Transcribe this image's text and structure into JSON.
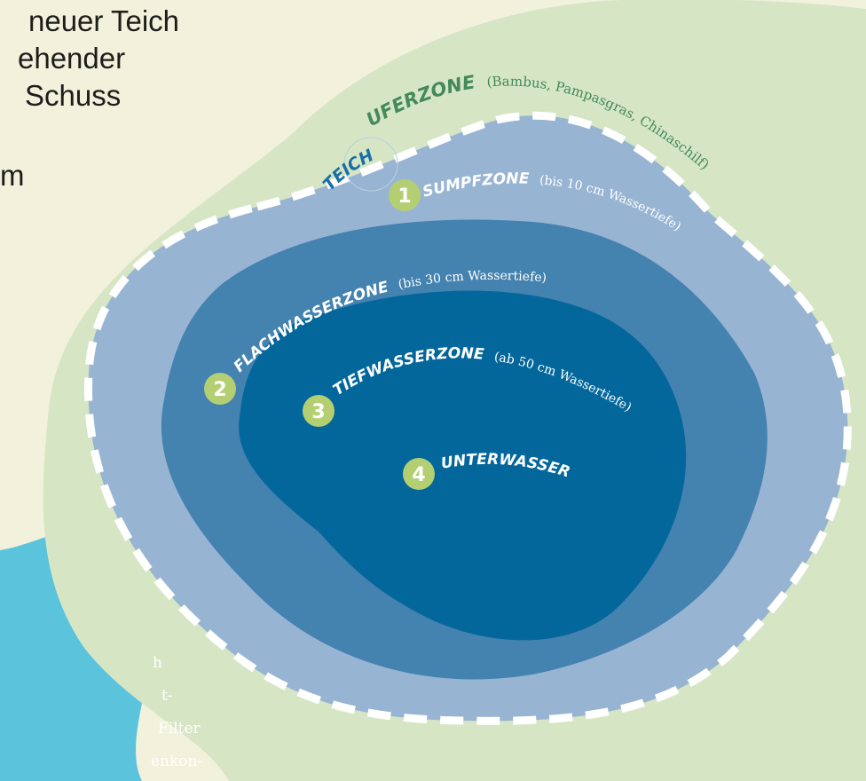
{
  "page_text": {
    "lines": [
      "neuer Teich",
      "ehender",
      "Schuss",
      "",
      "m"
    ]
  },
  "side_panel": {
    "lines": [
      "h",
      "t-",
      "Filter",
      "enkon-"
    ]
  },
  "diagram": {
    "shore": {
      "title": "UFERZONE",
      "detail": "(Bambus, Pampasgras, Chinaschilf)"
    },
    "pond_label": "TEICH",
    "zones": [
      {
        "number": "1",
        "title": "SUMPFZONE",
        "detail": "(bis 10 cm Wassertiefe)"
      },
      {
        "number": "2",
        "title": "FLACHWASSERZONE",
        "detail": "(bis 30 cm Wassertiefe)"
      },
      {
        "number": "3",
        "title": "TIEFWASSERZONE",
        "detail": "(ab 50 cm Wassertiefe)"
      },
      {
        "number": "4",
        "title": "UNTERWASSER",
        "detail": ""
      }
    ]
  },
  "colors": {
    "background": "#f1f1dc",
    "shore": "#d6e6c5",
    "zone1": "#98b4d3",
    "zone2": "#4482b0",
    "zone3": "#04679b",
    "badge": "#b4cf72",
    "side_panel": "#5cc3dc",
    "shore_text": "#438a58",
    "pond_text": "#1a6ea6"
  }
}
